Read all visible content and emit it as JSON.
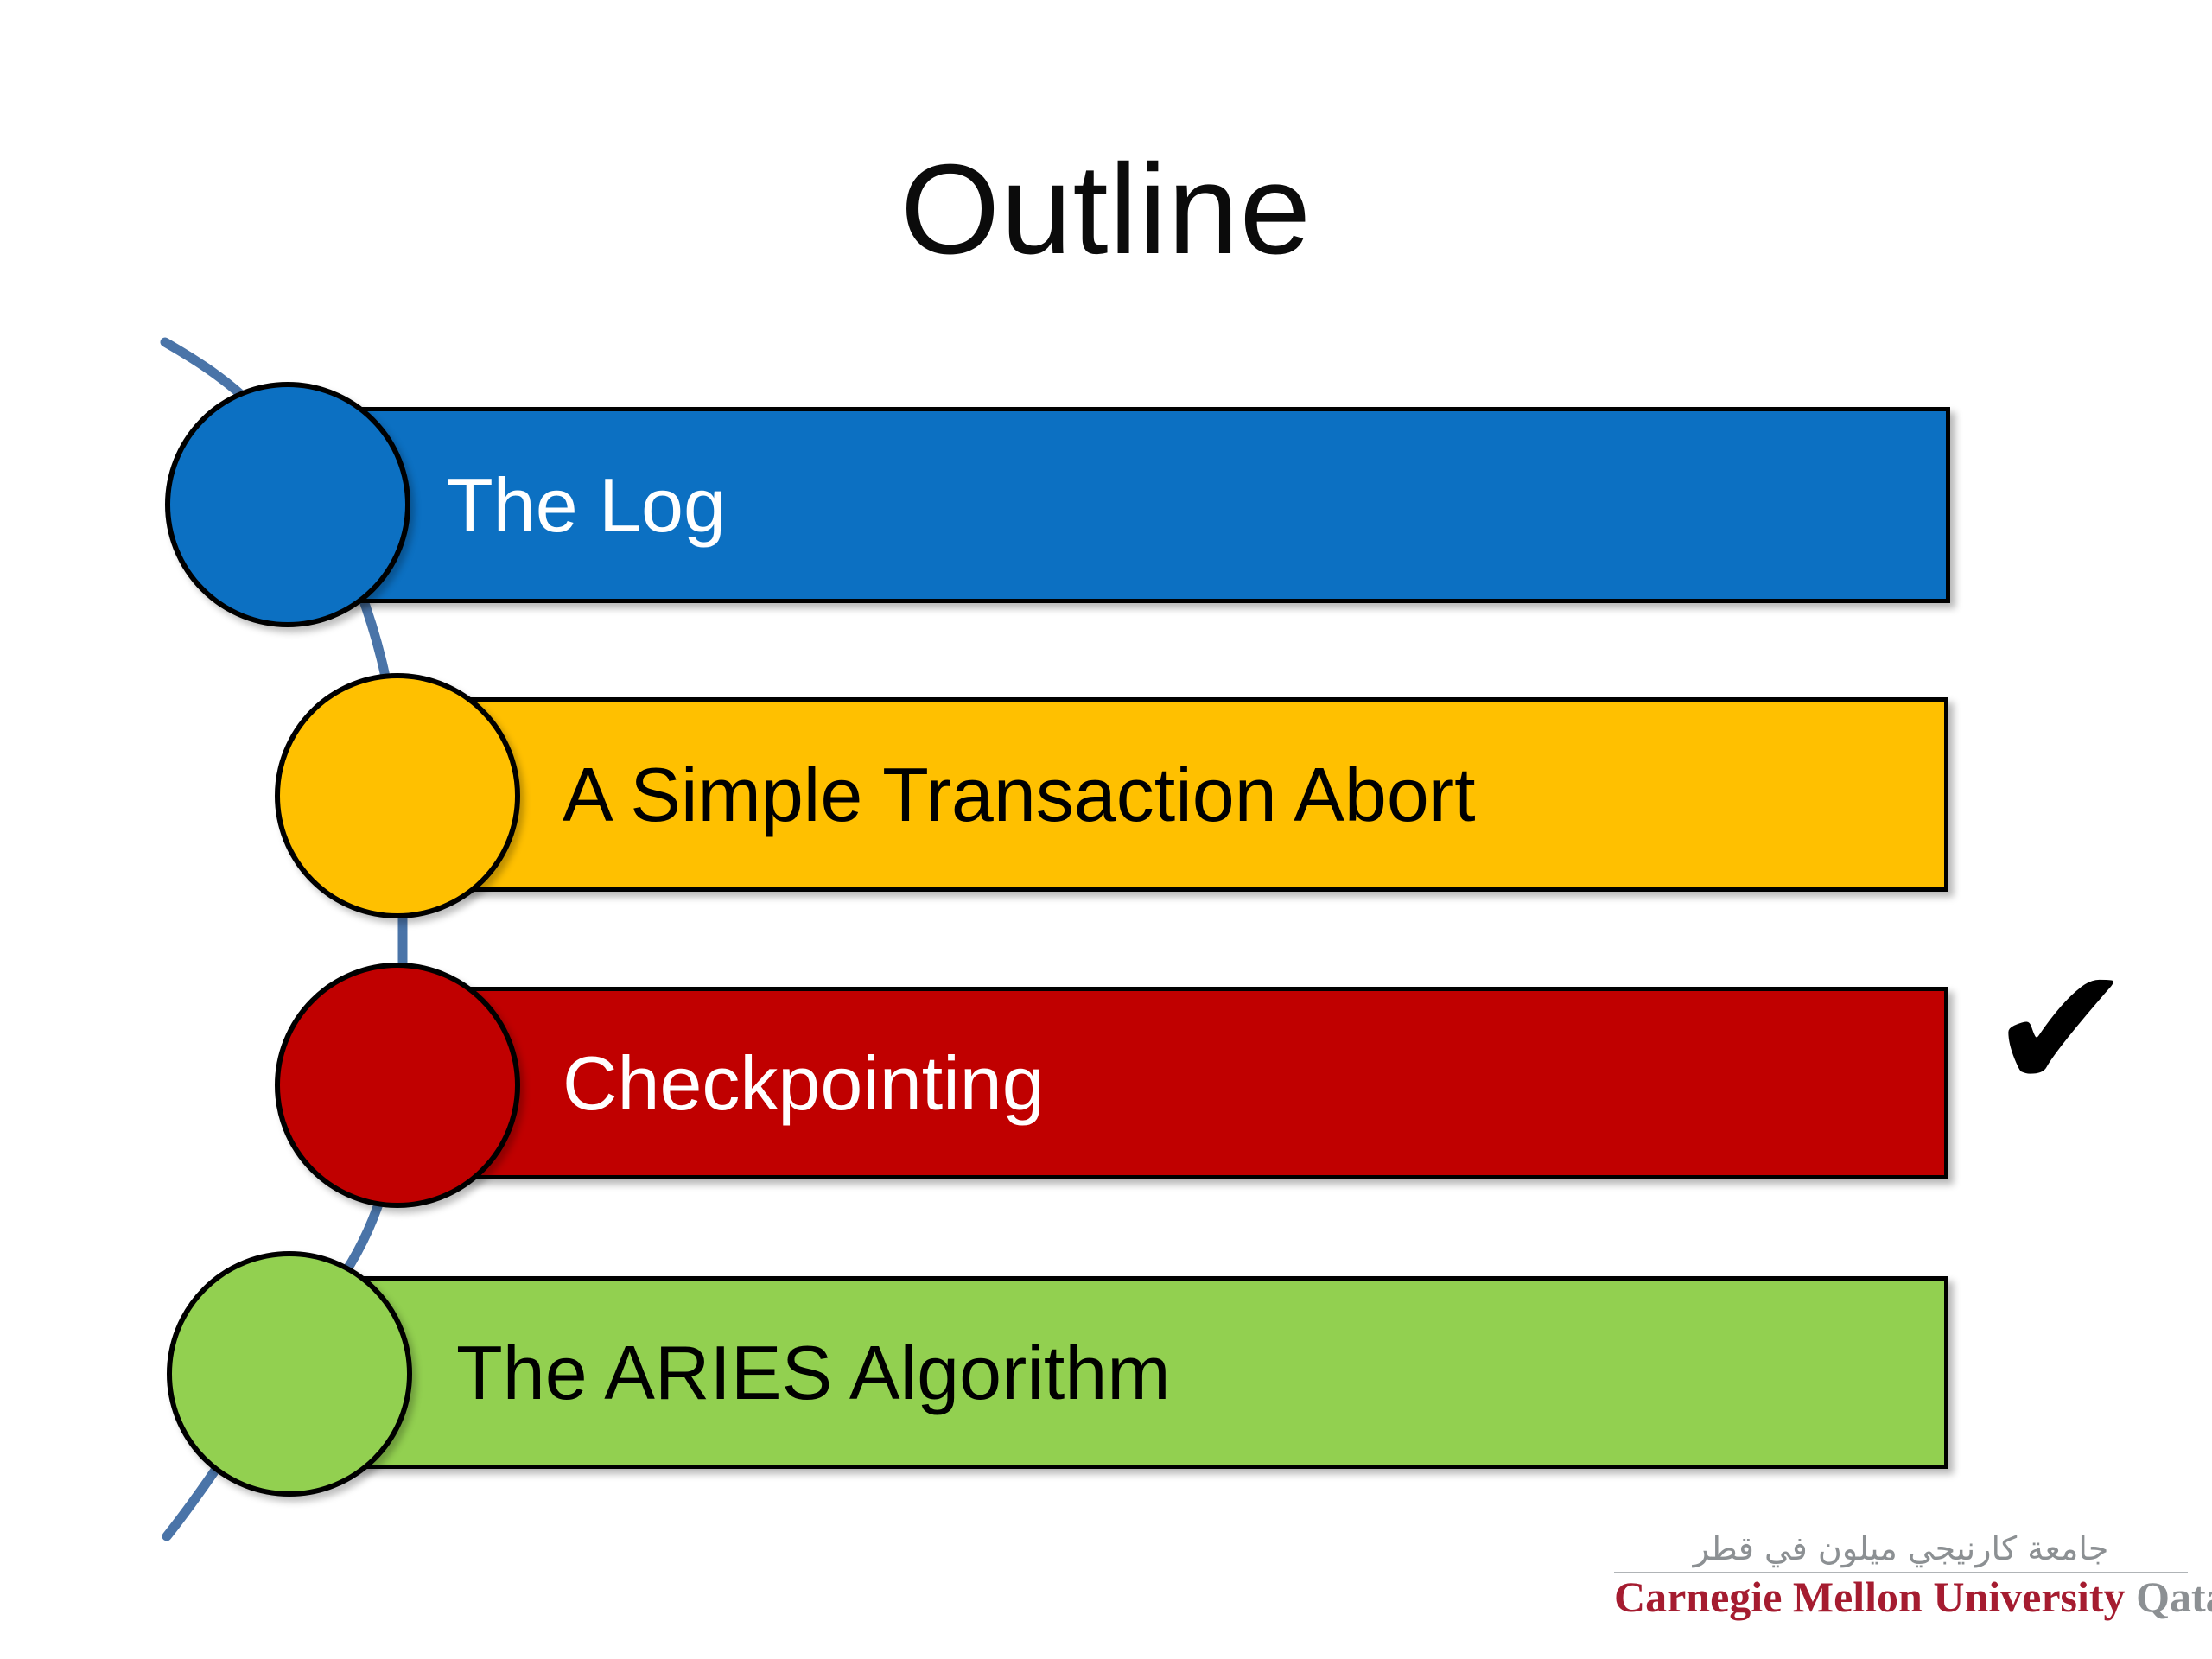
{
  "slide": {
    "title": "Outline",
    "items": [
      {
        "label": "The Log",
        "color": "#0C70C2",
        "text_color": "#FFFFFF",
        "checked": false
      },
      {
        "label": "A Simple Transaction Abort",
        "color": "#FFC000",
        "text_color": "#000000",
        "checked": false
      },
      {
        "label": "Checkpointing",
        "color": "#C00000",
        "text_color": "#FFFFFF",
        "checked": true
      },
      {
        "label": "The ARIES Algorithm",
        "color": "#92D050",
        "text_color": "#000000",
        "checked": false
      }
    ],
    "checkmark": {
      "glyph": "✔",
      "color": "#000000"
    },
    "connector": {
      "color": "#4A74A8"
    }
  },
  "footer_logo": {
    "arabic": "جامعة كارنيجي ميلون في قطر",
    "latin_primary": "Carnegie Mellon University",
    "latin_secondary": " Qatar",
    "primary_color": "#A51C30",
    "secondary_color": "#8C9093",
    "arabic_color": "#8C9093"
  }
}
